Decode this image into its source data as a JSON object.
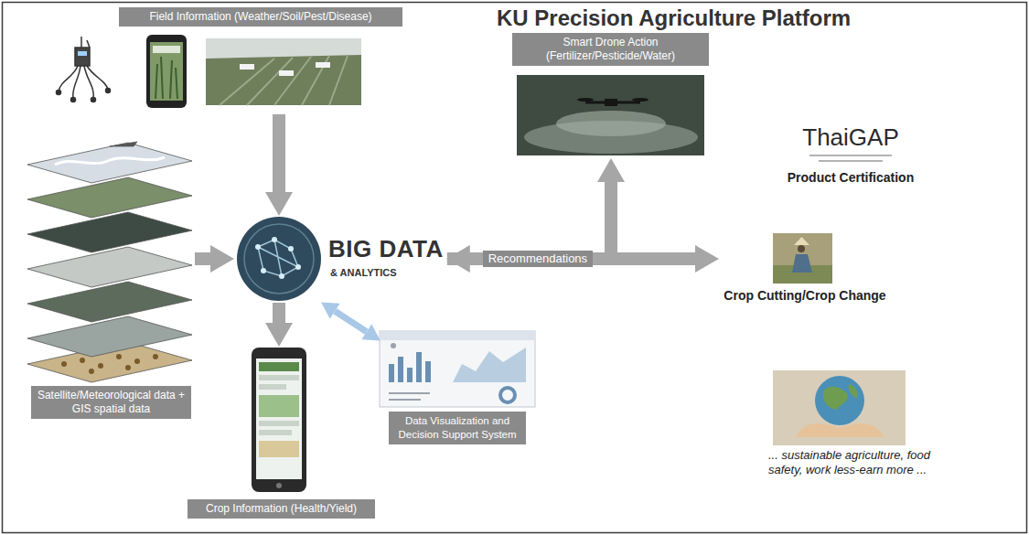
{
  "diagram": {
    "title": "KU Precision Agriculture Platform",
    "nodes": [
      {
        "text": [
          "Field Information (Weather/Soil/Pest/Disease)"
        ]
      },
      {
        "text": [
          "Smart Drone Action (Fertilizer/Pesticide/Water)"
        ]
      },
      {
        "text": [
          "ThaiGAP",
          "Product Certification"
        ]
      },
      {
        "text": [
          "Satellite/Meteorological data + GIS spatial data"
        ]
      },
      {
        "text": [
          "BIG DATA",
          "& ANALYTICS"
        ]
      },
      {
        "text": [
          "Crop Cutting/Crop Change"
        ]
      },
      {
        "text": [
          "Data Visualization and Decision Support System"
        ]
      },
      {
        "text": [
          "... sustainable agriculture, food safety, work less-earn more ..."
        ]
      },
      {
        "text": [
          "Crop Information (Health/Yield)"
        ]
      }
    ],
    "edges": [
      {
        "from": 0,
        "to": 4,
        "arrow": "to"
      },
      {
        "from": 3,
        "to": 4,
        "arrow": "to"
      },
      {
        "from": 4,
        "to": 1,
        "arrow": "to"
      },
      {
        "from": 4,
        "to": 5,
        "arrow": "both",
        "label": "Recommendations"
      },
      {
        "from": 4,
        "to": 6,
        "arrow": "both"
      },
      {
        "from": 4,
        "to": 8,
        "arrow": "to"
      }
    ]
  }
}
